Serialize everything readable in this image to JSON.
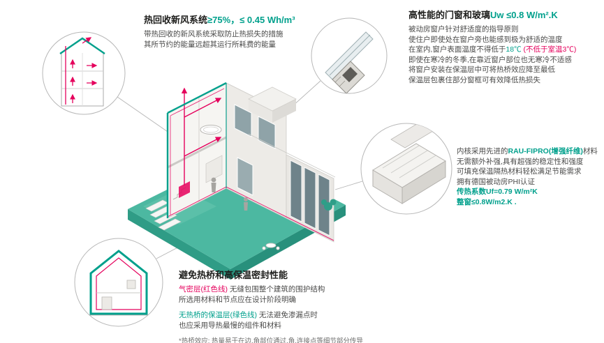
{
  "colors": {
    "teal_accent": "#00A08C",
    "magenta_accent": "#E5005C",
    "ground_teal": "#4CB8A1"
  },
  "callout_ventilation": {
    "title": "热回收新风系统",
    "title_value": "≥75%，≤ 0.45 Wh/m³",
    "desc_line1": "带热回收的新风系统采取防止热损失的措施",
    "desc_line2": "其所节约的能量远超其运行所耗费的能量"
  },
  "callout_windows": {
    "title": "高性能的门窗和玻璃",
    "title_value": "Uw ≤0.8 W/m².K",
    "line1": "被动房窗户针对舒适度的指导原则",
    "line2": "使住户即使处在窗户旁也能感到极为舒适的温度",
    "line3_pre": "在室内,窗户表面温度不得低于",
    "line3_temp": "18℃",
    "line3_note": "(不低于室温3℃)",
    "line4": "即使在寒冷的冬季,在靠近窗户部位也无寒冷不适感",
    "line5": "将窗户安装在保温层中可将热桥效应降至最低",
    "line6": "保温层包裹住部分窗框可有效降低热损失"
  },
  "callout_profile": {
    "line1_pre": "内核采用先进的",
    "line1_brand": "RAU-FIPRO(增强纤维)",
    "line1_post": "材料",
    "line2": "无需额外补强,具有超强的稳定性和强度",
    "line3": "可填充保温隔热材料轻松满足节能需求",
    "line4": "拥有德国被动房PHI认证",
    "metric1": "传热系数Uf=0.79 W/m²K",
    "metric2": "整窗≤0.8W/m2.K ."
  },
  "callout_thermal": {
    "title": "避免热桥和高保温密封性能",
    "p1_label": "气密层(红色线)",
    "p1_text": " 无缝包围整个建筑的围护结构",
    "p1_line2": "所选用材料和节点应在设计阶段明确",
    "p2_label": "无热桥的保温层(绿色线)",
    "p2_text": " 无法避免渗漏点时",
    "p2_line2": "也应采用导热最慢的组件和材料",
    "footnote": "*热桥效应: 热量易于在边,角部位通过,角,连接点等细节部分传导"
  }
}
